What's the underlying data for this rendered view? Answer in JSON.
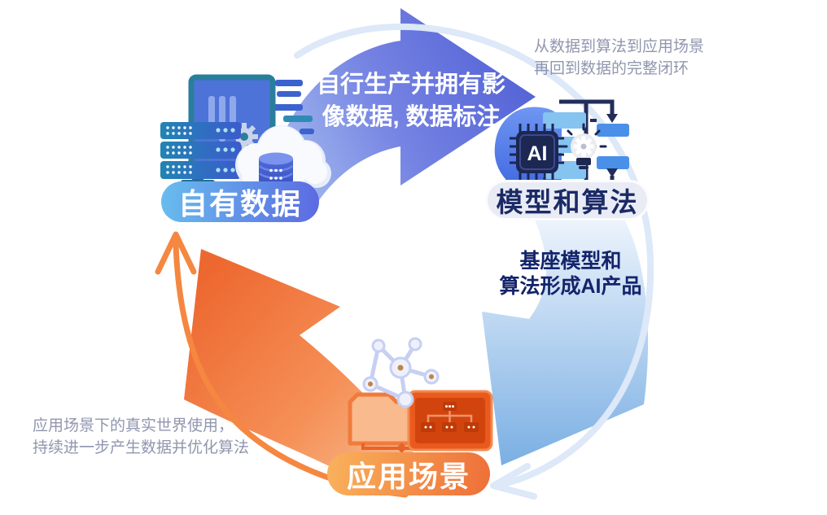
{
  "diagram": {
    "type": "cycle-diagram",
    "nodes": [
      {
        "id": "own-data",
        "label": "自有数据",
        "icon": "data-server-cloud-database-icon",
        "pill_gradient": [
          "#68bdee",
          "#5c6ae2"
        ],
        "text_color": "#ffffff"
      },
      {
        "id": "model-algorithm",
        "label": "模型和算法",
        "icon": "ai-head-flowchart-gear-icon",
        "pill_bg": "#e9ecf4",
        "text_color": "#1b2a66"
      },
      {
        "id": "application",
        "label": "应用场景",
        "icon": "network-laptop-circuit-icon",
        "pill_gradient": [
          "#f9b25c",
          "#ee6f38"
        ],
        "text_color": "#ffffff"
      }
    ],
    "arrows": [
      {
        "id": "data-to-model",
        "from": "own-data",
        "to": "model-algorithm",
        "color_style": "blue-gradient",
        "label_line1": "自行生产并拥有影",
        "label_line2": "像数据, 数据标注"
      },
      {
        "id": "model-to-application",
        "from": "model-algorithm",
        "to": "application",
        "color_style": "light-blue-gradient",
        "label_line1": "基座模型和",
        "label_line2": "算法形成AI产品"
      },
      {
        "id": "application-to-data",
        "from": "application",
        "to": "own-data",
        "color_style": "orange-gradient",
        "label_line1": "应用场景下的真实世界使用，",
        "label_line2": "持续进一步产生数据并优化算法"
      }
    ],
    "caption_top_right": {
      "line1": "从数据到算法到应用场景",
      "line2": "再回到数据的完整闭环"
    },
    "ai_chip_label": "AI",
    "colors": {
      "blue_arrow_start": "#aac3f0",
      "blue_arrow_end": "#5463d6",
      "light_arrow_start": "#edf4fc",
      "light_arrow_end": "#79aee3",
      "orange_arrow_start": "#ed6830",
      "orange_arrow_end": "#f9c29a",
      "pale_arc": "#dde8f8",
      "orange_arc": "#f58740",
      "note_text": "#9096ae",
      "navy_text": "#14246b"
    }
  }
}
